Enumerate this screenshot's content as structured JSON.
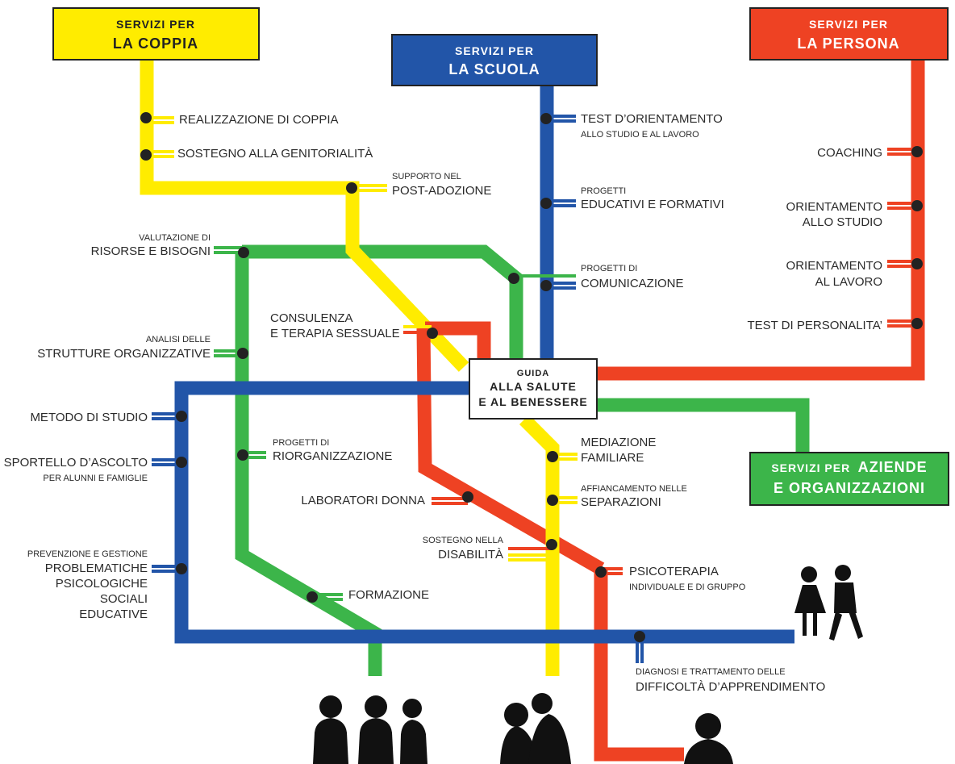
{
  "colors": {
    "yellow": "#ffec00",
    "blue": "#2255a8",
    "red": "#ee4223",
    "green": "#3cb54a",
    "stop": "#222222",
    "text": "#2a2a2a"
  },
  "lines": {
    "coppia": {
      "color": "yellow",
      "title_1": "SERVIZI PER",
      "title_2": "LA COPPIA"
    },
    "scuola": {
      "color": "blue",
      "title_1": "SERVIZI PER",
      "title_2": "LA SCUOLA"
    },
    "persona": {
      "color": "red",
      "title_1": "SERVIZI PER",
      "title_2": "LA PERSONA"
    },
    "aziende": {
      "color": "green",
      "title_1": "SERVIZI PER",
      "title_1b": "AZIENDE",
      "title_2": "E ORGANIZZAZIONI"
    }
  },
  "center": {
    "line_1": "GUIDA",
    "line_2": "ALLA SALUTE",
    "line_3": "E AL BENESSERE"
  },
  "stops": {
    "coppia_realizzazione": "REALIZZAZIONE DI COPPIA",
    "coppia_genitorialita": "SOSTEGNO ALLA GENITORIALITÀ",
    "coppia_postadozione_1": "SUPPORTO NEL",
    "coppia_postadozione_2": "POST-ADOZIONE",
    "coppia_mediazione_1": "MEDIAZIONE",
    "coppia_mediazione_2": "FAMILIARE",
    "coppia_separazioni_1": "AFFIANCAMENTO NELLE",
    "coppia_separazioni_2": "SEPARAZIONI",
    "scuola_test_1": "TEST D’ORIENTAMENTO",
    "scuola_test_2": "ALLO STUDIO E AL LAVORO",
    "scuola_progetti_1": "PROGETTI",
    "scuola_progetti_2": "EDUCATIVI E FORMATIVI",
    "scuola_comunicazione_1": "PROGETTI DI",
    "scuola_comunicazione_2": "COMUNICAZIONE",
    "scuola_metodo": "METODO DI STUDIO",
    "scuola_sportello_1": "SPORTELLO D’ASCOLTO",
    "scuola_sportello_2": "PER ALUNNI E FAMIGLIE",
    "scuola_prevenzione_1": "PREVENZIONE  E GESTIONE",
    "scuola_prevenzione_2": "PROBLEMATICHE",
    "scuola_prevenzione_3": "PSICOLOGICHE",
    "scuola_prevenzione_4": "SOCIALI",
    "scuola_prevenzione_5": "EDUCATIVE",
    "scuola_diagnosi_1": "DIAGNOSI E TRATTAMENTO DELLE",
    "scuola_diagnosi_2": "DIFFICOLTÀ D’APPRENDIMENTO",
    "persona_coaching": "COACHING",
    "persona_or_studio_1": "ORIENTAMENTO",
    "persona_or_studio_2": "ALLO STUDIO",
    "persona_or_lavoro_1": "ORIENTAMENTO",
    "persona_or_lavoro_2": "AL LAVORO",
    "persona_test": "TEST DI PERSONALITA’",
    "persona_consulenza_1": "CONSULENZA",
    "persona_consulenza_2": "E TERAPIA SESSUALE",
    "persona_laboratori": "LABORATORI DONNA",
    "persona_disabilita_1": "SOSTEGNO NELLA",
    "persona_disabilita_2": "DISABILITÀ",
    "persona_psicoterapia_1": "PSICOTERAPIA",
    "persona_psicoterapia_2": "INDIVIDUALE E DI GRUPPO",
    "aziende_valutazione_1": "VALUTAZIONE DI",
    "aziende_valutazione_2": "RISORSE E BISOGNI",
    "aziende_analisi_1": "ANALISI DELLE",
    "aziende_analisi_2": "STRUTTURE ORGANIZZATIVE",
    "aziende_riorg_1": "PROGETTI DI",
    "aziende_riorg_2": "RIORGANIZZAZIONE",
    "aziende_formazione": "FORMAZIONE"
  },
  "illustrations": [
    "business-people-silhouette",
    "couple-silhouette",
    "person-silhouette",
    "children-silhouette"
  ]
}
